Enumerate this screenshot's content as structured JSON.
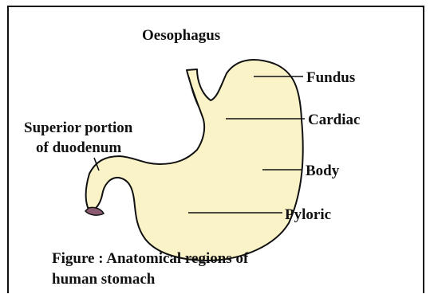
{
  "labels": {
    "oesophagus": "Oesophagus",
    "fundus": "Fundus",
    "cardiac": "Cardiac",
    "duodenum_line1": "Superior portion",
    "duodenum_line2": "of duodenum",
    "body": "Body",
    "pyloric": "Pyloric"
  },
  "caption": {
    "line1": "Figure : Anatomical regions of",
    "line2": "human stomach"
  },
  "colors": {
    "stomach_fill": "#fbf3c8",
    "outline": "#111111",
    "duodenum_opening": "#8b5b72",
    "frame": "#111111"
  }
}
